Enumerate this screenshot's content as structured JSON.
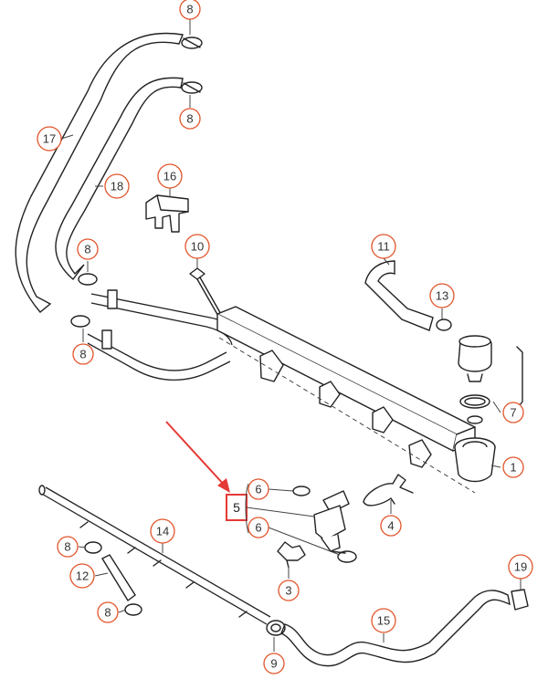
{
  "accent_color": "#e2552b",
  "highlight_color": "#e53935",
  "callouts": [
    {
      "id": "c8a",
      "label": "8"
    },
    {
      "id": "c8b",
      "label": "8"
    },
    {
      "id": "c17",
      "label": "17"
    },
    {
      "id": "c18",
      "label": "18"
    },
    {
      "id": "c16",
      "label": "16"
    },
    {
      "id": "c8c",
      "label": "8"
    },
    {
      "id": "c10",
      "label": "10"
    },
    {
      "id": "c11",
      "label": "11"
    },
    {
      "id": "c13",
      "label": "13"
    },
    {
      "id": "c8d",
      "label": "8"
    },
    {
      "id": "c7",
      "label": "7"
    },
    {
      "id": "c1",
      "label": "1"
    },
    {
      "id": "c6a",
      "label": "6"
    },
    {
      "id": "c6b",
      "label": "6"
    },
    {
      "id": "c4",
      "label": "4"
    },
    {
      "id": "c14",
      "label": "14"
    },
    {
      "id": "c8e",
      "label": "8"
    },
    {
      "id": "c12",
      "label": "12"
    },
    {
      "id": "c8f",
      "label": "8"
    },
    {
      "id": "c3",
      "label": "3"
    },
    {
      "id": "c19",
      "label": "19"
    },
    {
      "id": "c15",
      "label": "15"
    },
    {
      "id": "c9",
      "label": "9"
    }
  ],
  "highlighted_part": {
    "label": "5"
  }
}
